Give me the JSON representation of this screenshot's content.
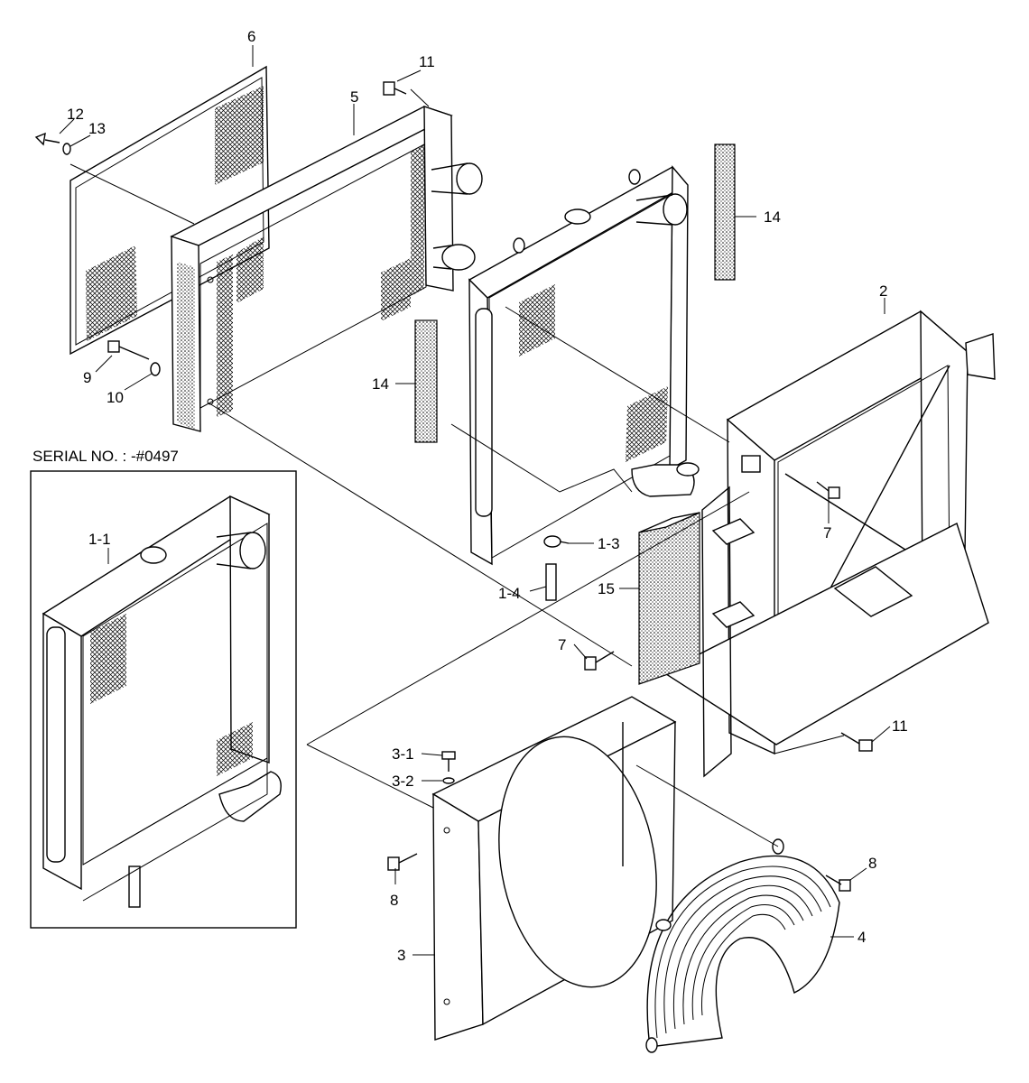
{
  "serial_note": "SERIAL NO. : -#0497",
  "callouts": {
    "c1_1": "1-1",
    "c1_3": "1-3",
    "c1_4": "1-4",
    "c2": "2",
    "c3": "3",
    "c3_1": "3-1",
    "c3_2": "3-2",
    "c4": "4",
    "c5": "5",
    "c6": "6",
    "c7a": "7",
    "c7b": "7",
    "c8a": "8",
    "c8b": "8",
    "c9": "9",
    "c10": "10",
    "c11a": "11",
    "c11b": "11",
    "c12": "12",
    "c13": "13",
    "c14a": "14",
    "c14b": "14",
    "c15": "15"
  }
}
